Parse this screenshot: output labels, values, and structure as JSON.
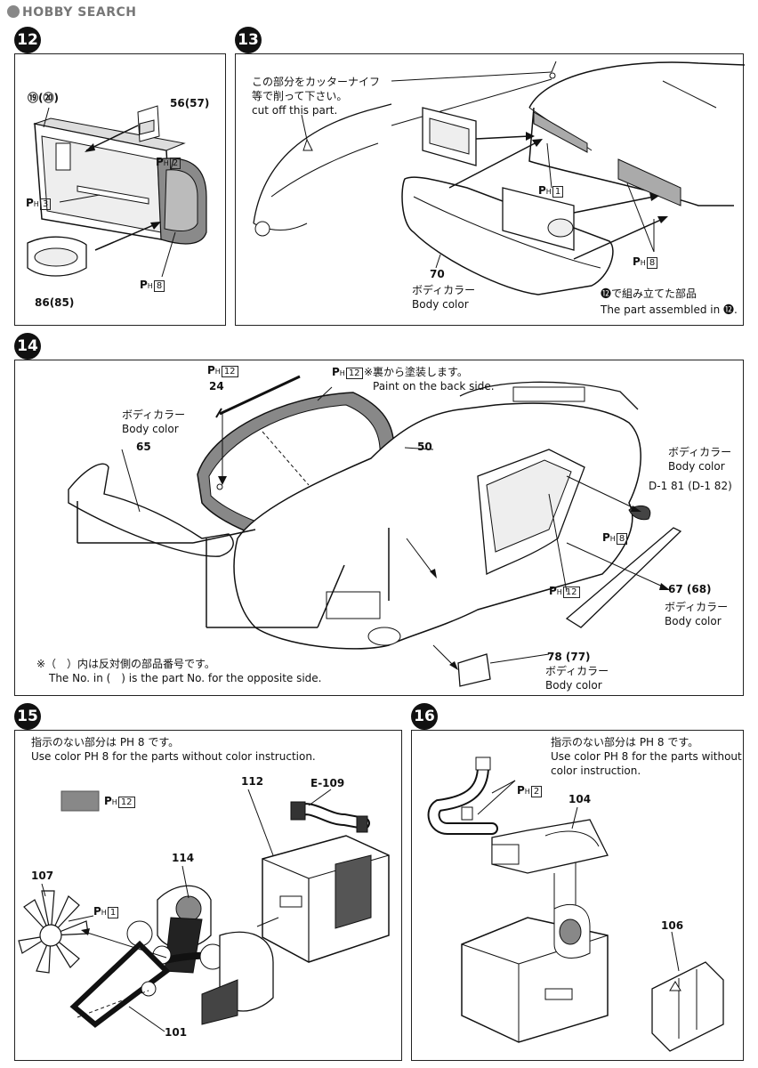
{
  "logo": {
    "text": "HOBBY SEARCH"
  },
  "step12": {
    "num": "12",
    "parts": {
      "p79": "⑲(⑳)",
      "p56": "56(57)",
      "p86": "86(85)"
    },
    "ph2": "2",
    "ph3": "3",
    "ph8": "8"
  },
  "step13": {
    "num": "13",
    "note_jp1": "この部分をカッターナイフ",
    "note_jp2": "等で削って下さい。",
    "note_en": "cut off this part.",
    "part70": "70",
    "body_color_jp": "ボディカラー",
    "body_color_en": "Body color",
    "ph1": "1",
    "ph8": "8",
    "assembled_jp": "⓬で組み立てた部品",
    "assembled_en": "The part assembled in ⓬."
  },
  "step14": {
    "num": "14",
    "ph12a": "12",
    "part24": "24",
    "ph12b": "12",
    "paint_jp": "※裏から塗装します。",
    "paint_en": "Paint on the back side.",
    "body_color_jp": "ボディカラー",
    "body_color_en": "Body color",
    "part65": "65",
    "part50": "50",
    "d81": "D-1 81 (D-1 82)",
    "ph8": "8",
    "ph12c": "12",
    "part67": "67 (68)",
    "part78": "78 (77)",
    "note_jp": "※（　）内は反対側の部品番号です。",
    "note_en": "The No. in (　) is the part No. for the opposite side."
  },
  "step15": {
    "num": "15",
    "note_jp": "指示のない部分は PH 8 です。",
    "note_en": "Use color PH 8 for the parts without color instruction.",
    "swatch_ph": "12",
    "e109": "E-109",
    "part112": "112",
    "part114": "114",
    "part107": "107",
    "ph1": "1",
    "part101": "101"
  },
  "step16": {
    "num": "16",
    "note_jp": "指示のない部分は PH 8 です。",
    "note_en1": "Use color PH 8 for the parts without",
    "note_en2": "color instruction.",
    "ph2": "2",
    "part104": "104",
    "part106": "106"
  },
  "colors": {
    "ink": "#111111",
    "gray_fill": "#8a8a8a",
    "dark_fill": "#555555"
  }
}
